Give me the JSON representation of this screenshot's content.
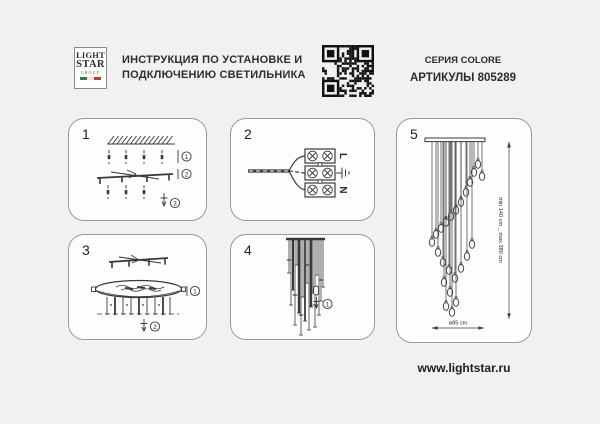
{
  "header": {
    "logo": {
      "word1": "LIGHT",
      "word2": "STAR",
      "word3": "GROUP"
    },
    "title_line1": "ИНСТРУКЦИЯ ПО УСТАНОВКЕ И",
    "title_line2": "ПОДКЛЮЧЕНИЮ СВЕТИЛЬНИКА",
    "series": "СЕРИЯ COLORE",
    "article": "АРТИКУЛЫ 805289",
    "qr_icon": "qr-code"
  },
  "panels": {
    "p1": {
      "number": "1",
      "callouts": [
        "1",
        "2",
        "3"
      ]
    },
    "p2": {
      "number": "2",
      "terminal_live": "L",
      "terminal_neutral": "N",
      "earth_icon": "earth-ground-symbol"
    },
    "p3": {
      "number": "3",
      "callouts": [
        "1",
        "2"
      ]
    },
    "p4": {
      "number": "4",
      "callouts": [
        "1"
      ]
    },
    "p5": {
      "number": "5",
      "height_range": "min 140 cm _ max 380 cm",
      "diameter": "ø85 cm"
    }
  },
  "footer": {
    "website": "www.lightstar.ru"
  },
  "colors": {
    "ink": "#2b2b2b",
    "diagram_line": "#3a3a3a",
    "panel_border": "#9a9a9a",
    "flag_green": "#2e7d44",
    "flag_white": "#e9e9e9",
    "flag_red": "#c0392b"
  }
}
